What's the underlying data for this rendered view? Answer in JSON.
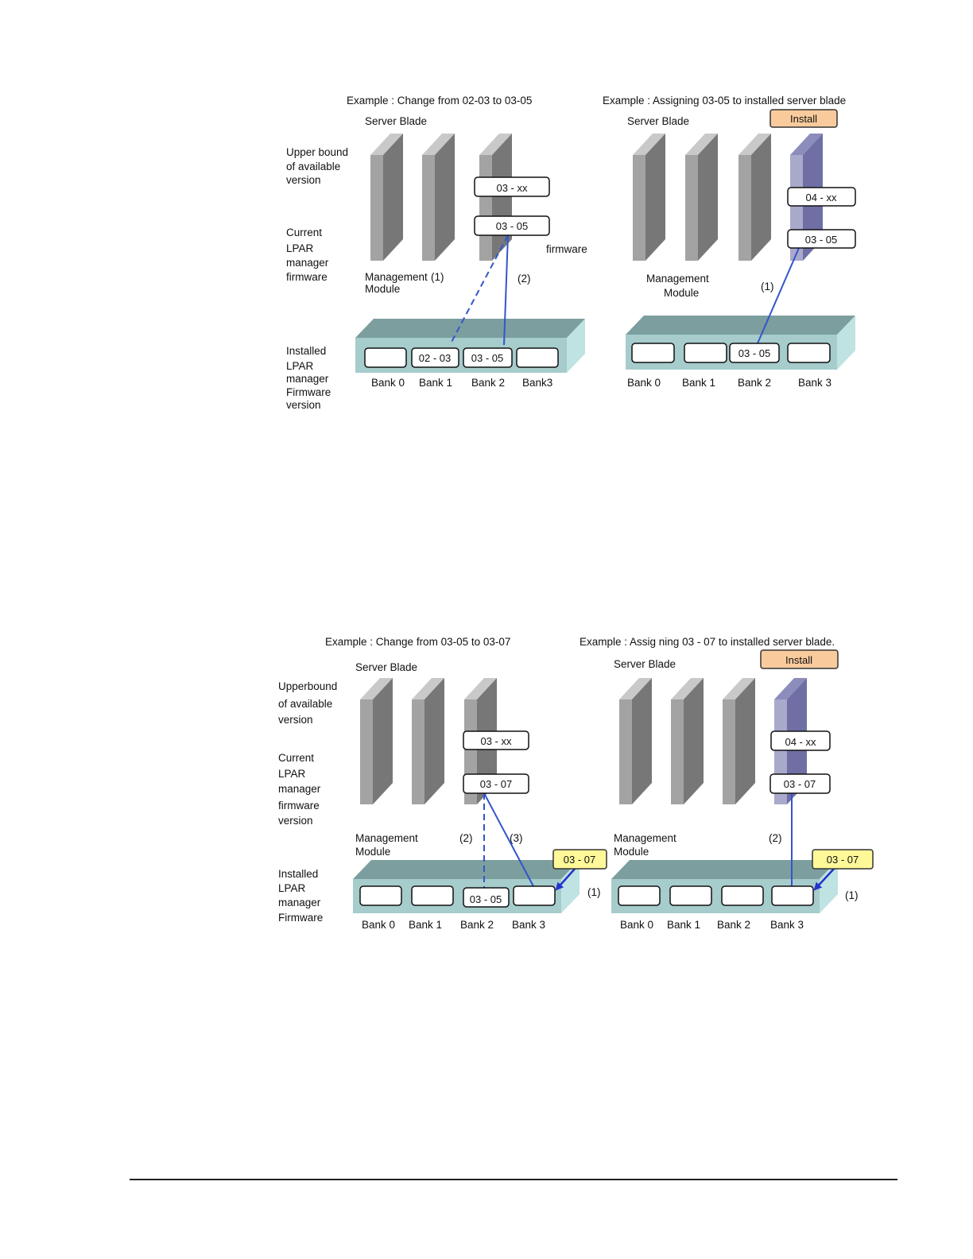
{
  "colors": {
    "blade_front": "#a3a3a3",
    "blade_side": "#777777",
    "blade_top": "#c9c9c9",
    "new_blade_front": "#a9a9cb",
    "new_blade_side": "#6f6fa6",
    "new_blade_top": "#8c8cbd",
    "module_top": "#7d9e9e",
    "module_front": "#a6cccc",
    "module_side": "#bfe2e2",
    "line_blue": "#3355cc",
    "arrow_blue": "#2233cc",
    "install_fill": "#f9cb9c",
    "yellow_fill": "#fff899"
  },
  "fig1": {
    "left": {
      "title": "Example : Change from 02-03 to 03-05",
      "server_blade": "Server Blade",
      "labels": {
        "upper1": "Upper bound",
        "upper2": "of available",
        "upper3": "version",
        "cur1": "Current",
        "cur2": "LPAR",
        "cur3": "manager",
        "cur4": "firmware",
        "inst1": "Installed",
        "inst2": "LPAR",
        "inst3": "manager",
        "inst4": "Firmware",
        "inst5": "version"
      },
      "upper_version": "03 - xx",
      "current_version": "03 - 05",
      "firmware_note": "firmware",
      "mm1": "Management",
      "mm2": "Module",
      "step1": "(1)",
      "step2": "(2)",
      "banks": [
        "",
        "02 - 03",
        "03 - 05",
        ""
      ],
      "bank_labels": [
        "Bank 0",
        "Bank 1",
        "Bank 2",
        "Bank3"
      ]
    },
    "right": {
      "title": "Example : Assigning 03-05 to installed server blade",
      "server_blade": "Server Blade",
      "install": "Install",
      "upper_version": "04 - xx",
      "current_version": "03 - 05",
      "mm1": "Management",
      "mm2": "Module",
      "step1": "(1)",
      "banks": [
        "",
        "",
        "03 - 05",
        ""
      ],
      "bank_labels": [
        "Bank 0",
        "Bank 1",
        "Bank 2",
        "Bank 3"
      ]
    }
  },
  "fig2": {
    "left": {
      "title": "Example : Change from 03-05 to 03-07",
      "server_blade": "Server Blade",
      "labels": {
        "upper1": "Upperbound",
        "upper2": "of available",
        "upper3": "version",
        "cur1": "Current",
        "cur2": "LPAR",
        "cur3": "manager",
        "cur4": "firmware",
        "cur5": "version",
        "inst1": "Installed",
        "inst2": "LPAR",
        "inst3": "manager",
        "inst4": "Firmware"
      },
      "upper_version": "03 - xx",
      "current_version": "03 - 07",
      "mm1": "Management",
      "mm2": "Module",
      "step1": "(1)",
      "step2": "(2)",
      "step3": "(3)",
      "new_version": "03 - 07",
      "banks": [
        "",
        "",
        "03 - 05",
        ""
      ],
      "bank_labels": [
        "Bank 0",
        "Bank 1",
        "Bank 2",
        "Bank 3"
      ]
    },
    "right": {
      "title": "Example : Assig ning 03 - 07 to installed server blade.",
      "server_blade": "Server Blade",
      "install": "Install",
      "upper_version": "04 - xx",
      "current_version": "03 - 07",
      "mm1": "Management",
      "mm2": "Module",
      "step1": "(1)",
      "step2": "(2)",
      "new_version": "03 - 07",
      "banks": [
        "",
        "",
        "",
        ""
      ],
      "bank_labels": [
        "Bank 0",
        "Bank 1",
        "Bank 2",
        "Bank 3"
      ]
    }
  }
}
